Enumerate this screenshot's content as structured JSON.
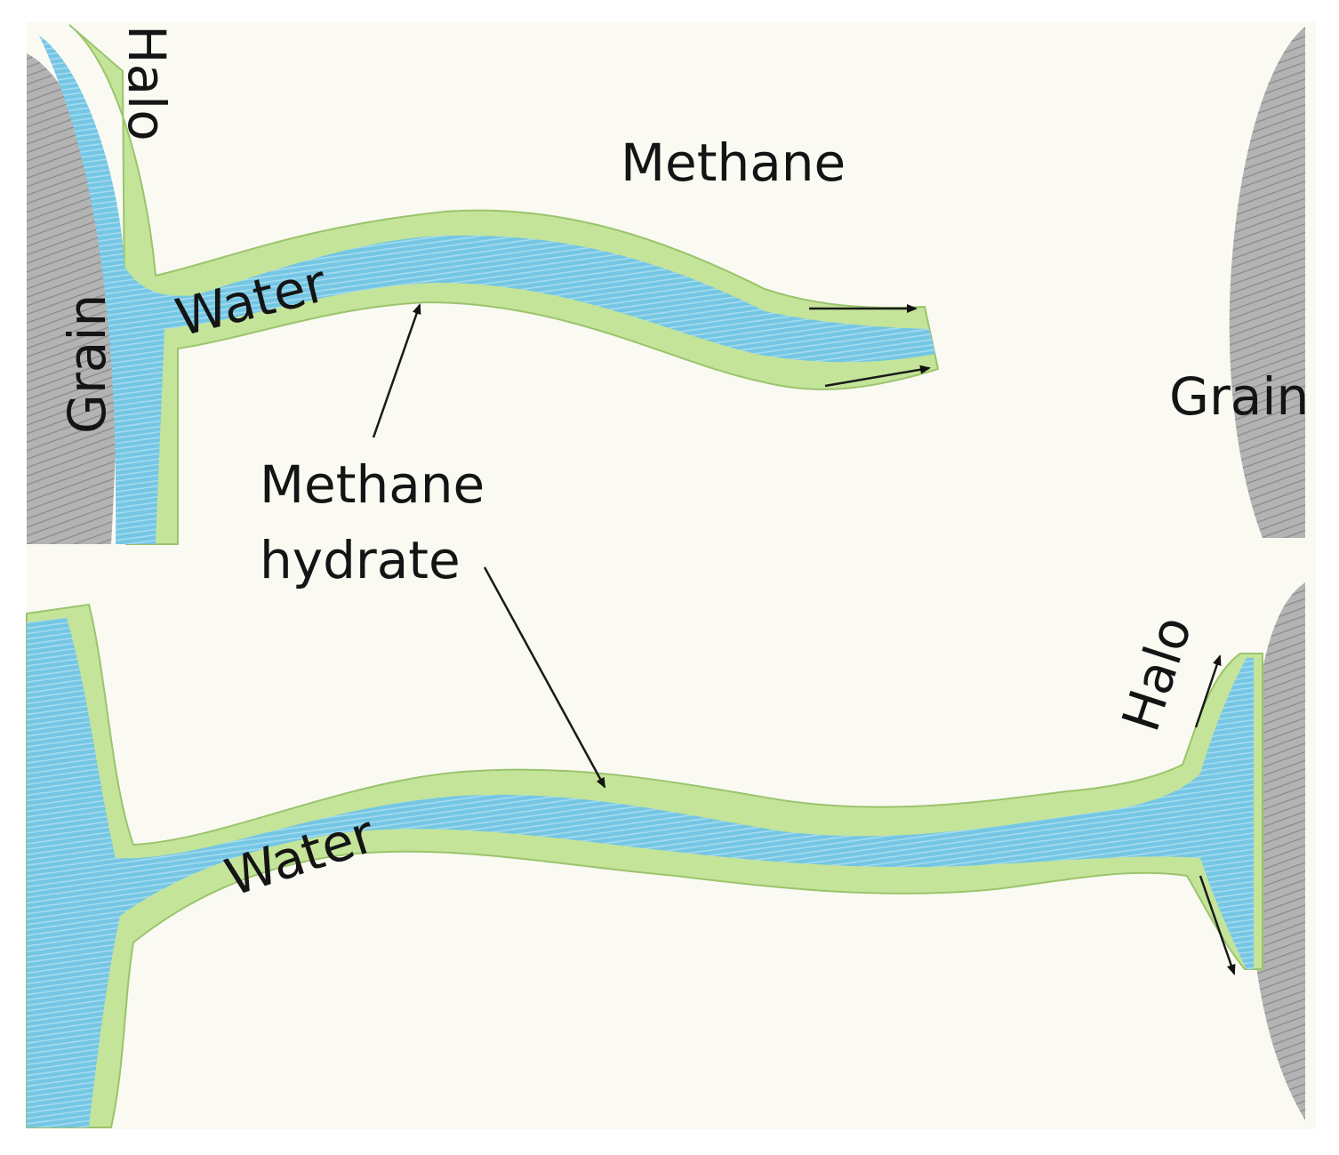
{
  "labels": {
    "halo_top": "Halo",
    "methane": "Methane",
    "water_top": "Water",
    "grain_left": "Grain",
    "grain_right": "Grain",
    "methane_hydrate_line1": "Methane",
    "methane_hydrate_line2": "hydrate",
    "water_bottom": "Water",
    "halo_bottom": "Halo"
  },
  "colors": {
    "paper": "#fafaf3",
    "grain": "#a9a9a9",
    "grain_dark": "#8f8f8f",
    "water": "#6cc3e2",
    "water_light": "#9fd7ee",
    "hydrate": "#c4e49a",
    "text": "#141414"
  }
}
